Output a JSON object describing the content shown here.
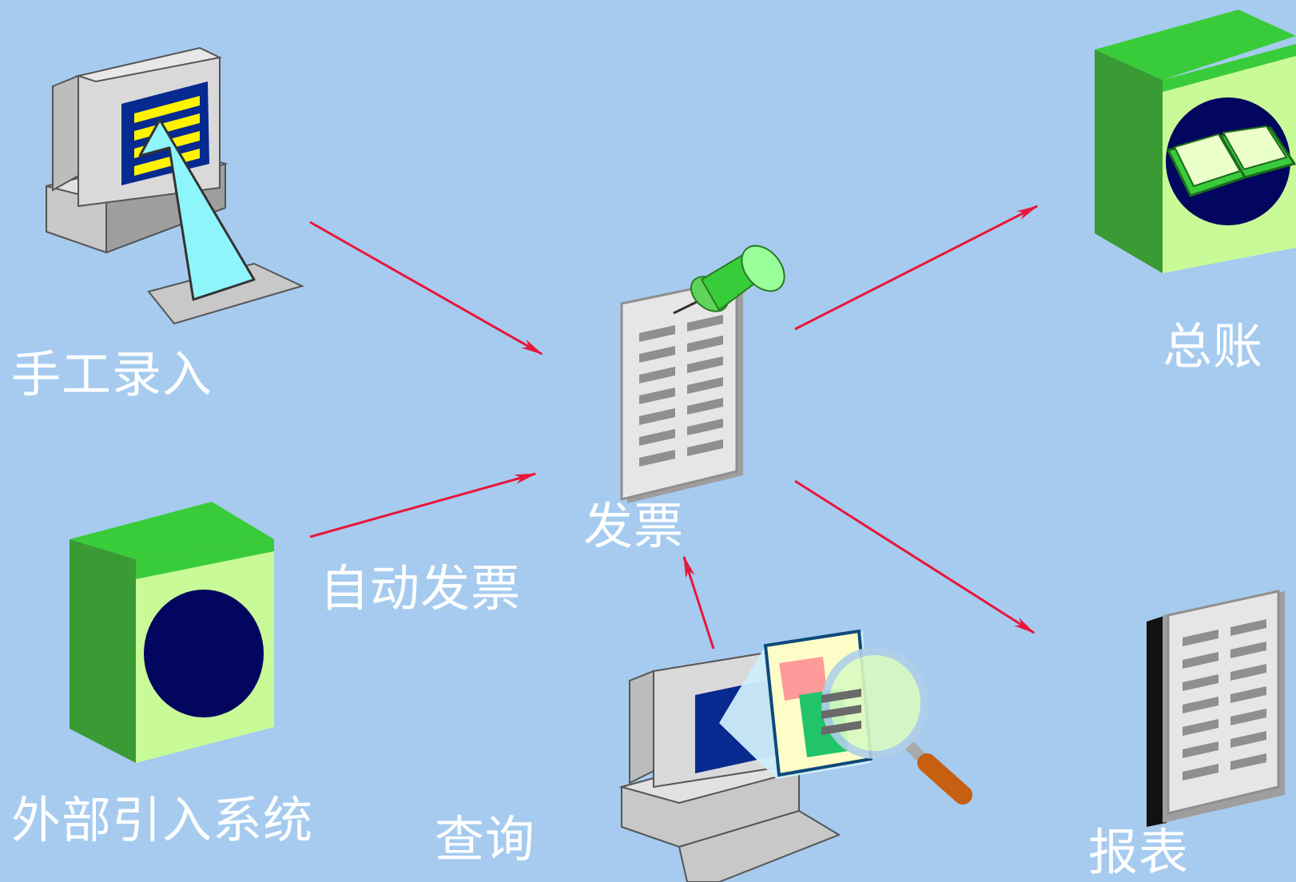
{
  "colors": {
    "background": "#a6cbef",
    "arrow": "#e8163a",
    "label": "#ffffff",
    "box_dark": "#3a9a34",
    "box_light": "#c8fb98",
    "box_top": "#39cc3a",
    "circle": "#03065f",
    "monitor_screen": "#062a8f",
    "highlight_line": "#fff300",
    "document": "#e6e6e6",
    "document_line": "#8f8f8f"
  },
  "nodes": {
    "manual_entry": {
      "label": "手工录入",
      "icon": "computer-with-arrow-icon"
    },
    "external_system": {
      "label": "外部引入系统",
      "icon": "green-box-icon"
    },
    "auto_invoice": {
      "label": "自动发票"
    },
    "invoice": {
      "label": "发票",
      "icon": "pinned-document-icon"
    },
    "query": {
      "label": "查询",
      "icon": "computer-magnifier-icon"
    },
    "general_ledger": {
      "label": "总账",
      "icon": "green-box-book-icon"
    },
    "reports": {
      "label": "报表",
      "icon": "report-document-icon"
    }
  },
  "edges": [
    {
      "from": "手工录入",
      "to": "发票"
    },
    {
      "from": "外部引入系统",
      "to": "发票",
      "label": "自动发票"
    },
    {
      "from": "查询",
      "to": "发票"
    },
    {
      "from": "发票",
      "to": "总账"
    },
    {
      "from": "发票",
      "to": "报表"
    }
  ]
}
